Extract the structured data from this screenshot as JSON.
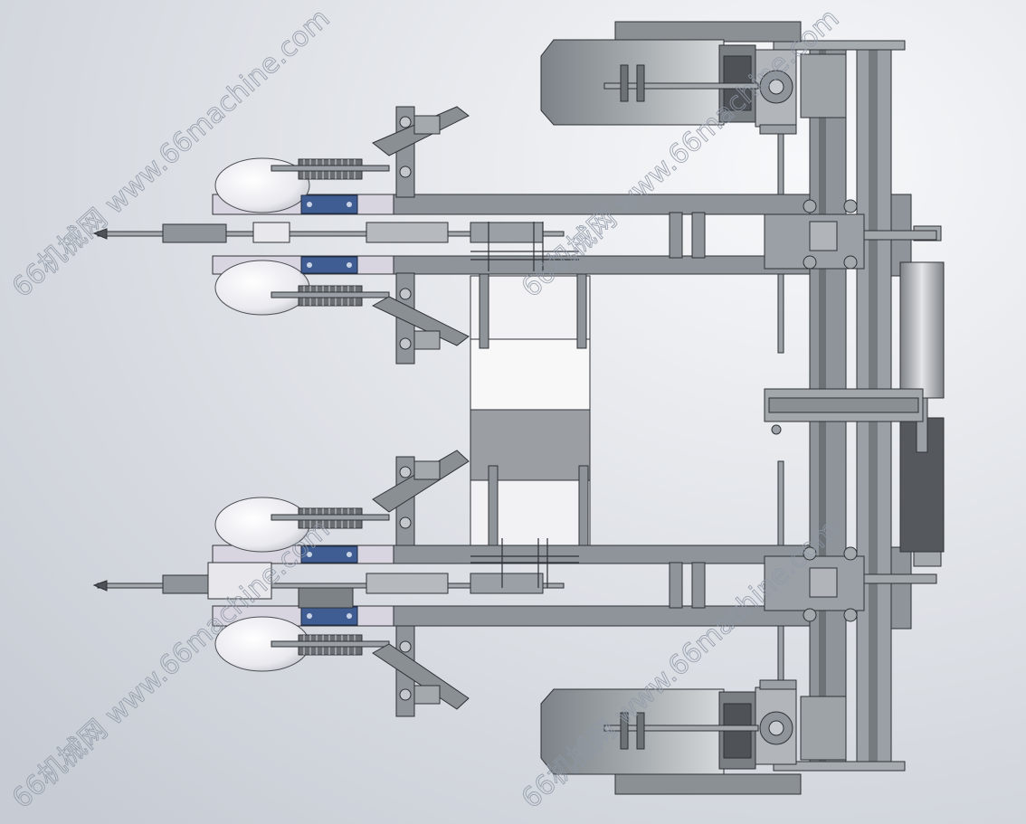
{
  "drawing": {
    "subject": "",
    "palette": {
      "background_light": "#f4f5f7",
      "background_dark": "#c9ced6",
      "steel": "#8e9499",
      "steel_dark": "#5e6368",
      "steel_light": "#b9bdc1",
      "edge": "#2f3236",
      "bearing_blue": "#3f5d92",
      "spring": "#6b6f74",
      "disc": "#f3f3f6",
      "motor_dark": "#54585c",
      "motor_light": "#c7cbcf"
    }
  },
  "watermarks": [
    {
      "text": "66机械网 www.66machine.com"
    },
    {
      "text": "66机械网 www.66machine.com"
    },
    {
      "text": "66机械网 www.66machine.com"
    },
    {
      "text": "66机械网 www.66machine.com"
    }
  ]
}
